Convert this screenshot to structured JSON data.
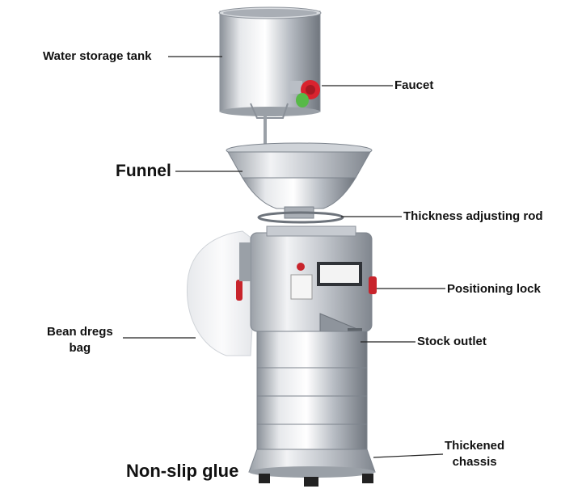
{
  "labels": {
    "water_tank": "Water storage tank",
    "faucet": "Faucet",
    "funnel": "Funnel",
    "thickness_rod": "Thickness adjusting rod",
    "positioning_lock": "Positioning lock",
    "bean_bag_line1": "Bean dregs",
    "bean_bag_line2": "bag",
    "stock_outlet": "Stock outlet",
    "chassis_line1": "Thickened",
    "chassis_line2": "chassis",
    "non_slip": "Non-slip glue"
  },
  "colors": {
    "steel_light": "#e9ebee",
    "steel_mid": "#b9bec5",
    "steel_dark": "#7d848d",
    "faucet_red": "#d9232e",
    "faucet_green": "#57b947",
    "lock_red": "#c8242c",
    "leader_line": "#222222"
  }
}
